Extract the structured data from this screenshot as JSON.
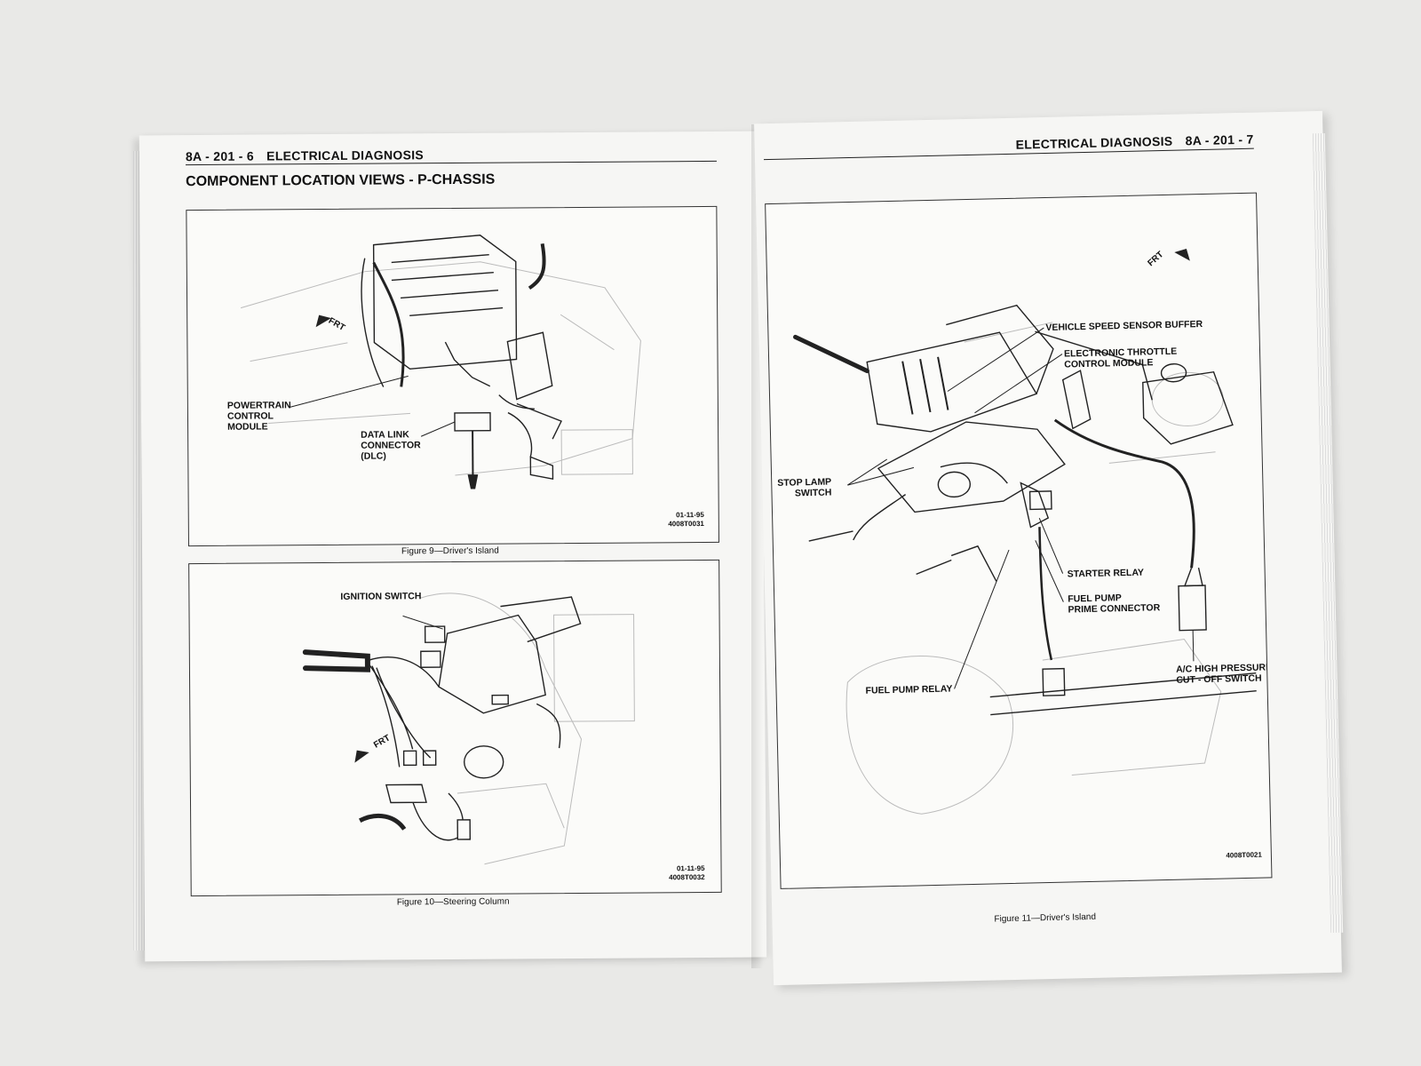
{
  "left_page": {
    "header_code": "8A - 201 - 6",
    "header_title": "ELECTRICAL DIAGNOSIS",
    "section_title": "COMPONENT LOCATION VIEWS - P-CHASSIS",
    "figure9": {
      "caption": "Figure 9—Driver's Island",
      "date": "01-11-95",
      "code": "4008T0031",
      "frt": "FRT",
      "labels": {
        "pcm": [
          "POWERTRAIN",
          "CONTROL",
          "MODULE"
        ],
        "dlc": [
          "DATA LINK",
          "CONNECTOR",
          "(DLC)"
        ]
      }
    },
    "figure10": {
      "caption": "Figure 10—Steering Column",
      "date": "01-11-95",
      "code": "4008T0032",
      "frt": "FRT",
      "labels": {
        "ignition": "IGNITION SWITCH"
      }
    }
  },
  "right_page": {
    "header_title": "ELECTRICAL DIAGNOSIS",
    "header_code": "8A - 201 - 7",
    "figure11": {
      "caption": "Figure 11—Driver's Island",
      "code": "4008T0021",
      "frt": "FRT",
      "labels": {
        "vssb": "VEHICLE SPEED SENSOR BUFFER",
        "etcm": [
          "ELECTRONIC THROTTLE",
          "CONTROL MODULE"
        ],
        "stop_lamp": [
          "STOP LAMP",
          "SWITCH"
        ],
        "starter_relay": "STARTER RELAY",
        "fuel_pump_prime": [
          "FUEL PUMP",
          "PRIME CONNECTOR"
        ],
        "fuel_pump_relay": "FUEL PUMP RELAY",
        "ac_switch": [
          "A/C HIGH PRESSURE",
          "CUT - OFF SWITCH"
        ]
      }
    }
  }
}
